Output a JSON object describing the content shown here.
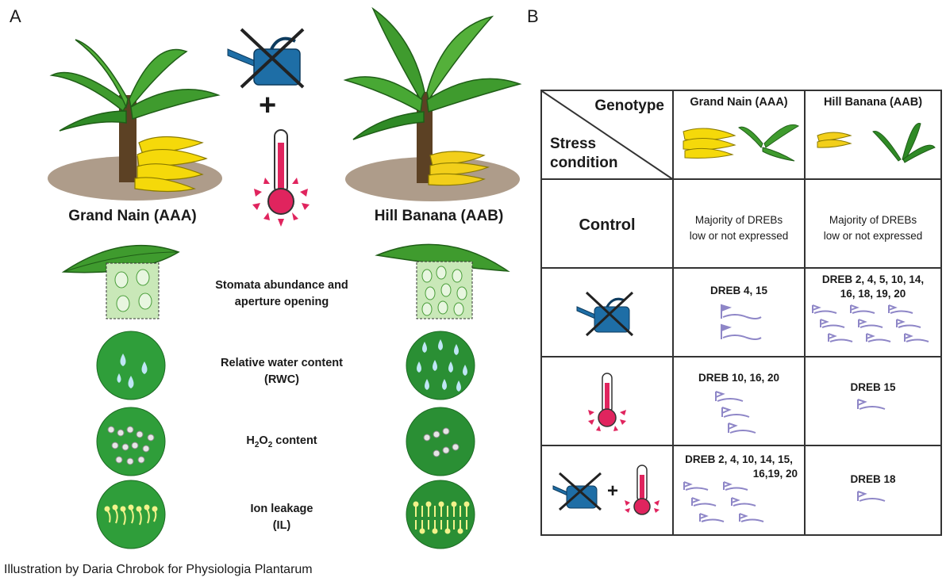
{
  "panel_a": {
    "letter": "A",
    "left_title": "Grand Nain (AAA)",
    "right_title": "Hill Banana (AAB)",
    "plus": "+",
    "rows": {
      "stomata": "Stomata abundance and aperture opening",
      "rwc_line1": "Relative water content",
      "rwc_line2": "(RWC)",
      "h2o2_pre": "H",
      "h2o2_sub1": "2",
      "h2o2_mid": "O",
      "h2o2_sub2": "2",
      "h2o2_post": " content",
      "il_line1": "Ion leakage",
      "il_line2": "(IL)"
    },
    "colors": {
      "leaf": "#3a9a2c",
      "circle": "#2f9e3a",
      "thermometer": "#e0245e",
      "can": "#1e6ea6"
    }
  },
  "panel_b": {
    "letter": "B",
    "header": {
      "genotype": "Genotype",
      "stress_line1": "Stress",
      "stress_line2": "condition",
      "col1": "Grand Nain (AAA)",
      "col2": "Hill Banana (AAB)"
    },
    "control": {
      "label": "Control",
      "col1_line1": "Majority of DREBs",
      "col1_line2": "low or not expressed",
      "col2_line1": "Majority of DREBs",
      "col2_line2": "low or not expressed"
    },
    "drought": {
      "col1": "DREB 4, 15",
      "col2_line1": "DREB 2, 4, 5, 10, 14,",
      "col2_line2": "16, 18, 19, 20"
    },
    "heat": {
      "col1": "DREB 10, 16, 20",
      "col2": "DREB 15"
    },
    "combined": {
      "plus": "+",
      "col1_line1": "DREB 2, 4, 10, 14, 15,",
      "col1_line2": "16,19, 20",
      "col2": "DREB 18"
    }
  },
  "credit": "Illustration by Daria Chrobok for Physiologia Plantarum"
}
